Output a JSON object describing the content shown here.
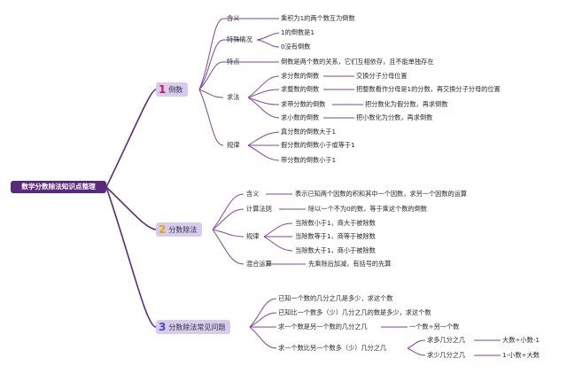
{
  "root": {
    "label": "数学分数除法知识点整理"
  },
  "branch1": {
    "num": "1",
    "title": "倒数",
    "num_color": "#d4145a",
    "meaning": {
      "label": "含义",
      "text": "乘积为1的两个数互为倒数"
    },
    "special": {
      "label": "特殊情况",
      "items": [
        "1的倒数是1",
        "0没有倒数"
      ]
    },
    "feature": {
      "label": "特点",
      "text": "倒数是两个数的关系，它们互相依存，且不能单独存在"
    },
    "method": {
      "label": "求法",
      "items": [
        {
          "label": "求分数的倒数",
          "text": "交换分子分母位置"
        },
        {
          "label": "求整数的倒数",
          "text": "把整数看作分母是1的分数，再交换分子分母的位置"
        },
        {
          "label": "求带分数的倒数",
          "text": "把分数化为假分数，再求倒数"
        },
        {
          "label": "求小数的倒数",
          "text": "把小数化为分数，再求倒数"
        }
      ]
    },
    "rule": {
      "label": "规律",
      "items": [
        "真分数的倒数大于1",
        "假分数的倒数小于或等于1",
        "带分数的倒数小于1"
      ]
    }
  },
  "branch2": {
    "num": "2",
    "title": "分数除法",
    "num_color": "#e0a800",
    "meaning": {
      "label": "含义",
      "text": "表示已知两个因数的积和其中一个因数，求另一个因数的运算"
    },
    "calc": {
      "label": "计算法则",
      "text": "除以一个不为0的数，等于乘这个数的倒数"
    },
    "rule": {
      "label": "规律",
      "items": [
        "当除数小于1，商大于被除数",
        "当除数等于1，商等于被除数",
        "当除数大于1，商小于被除数"
      ]
    },
    "mixed": {
      "label": "混合运算",
      "text": "先乘除后加减，有括号的先算"
    }
  },
  "branch3": {
    "num": "3",
    "title": "分数除法常见问题",
    "num_color": "#4a4ad8",
    "items": [
      "已知一个数的几分之几是多少，求这个数",
      "已知比一个数多（少）几分之几的数是多少，求这个数"
    ],
    "q3": {
      "label": "求一个数是另一个数的几分之几",
      "text": "一个数÷另一个数"
    },
    "q4": {
      "label": "求一个数比另一个数多（少）几分之几",
      "subs": [
        {
          "label": "求多几分之几",
          "text": "大数÷小数-1"
        },
        {
          "label": "求少几分之几",
          "text": "1-小数÷大数"
        }
      ]
    }
  }
}
